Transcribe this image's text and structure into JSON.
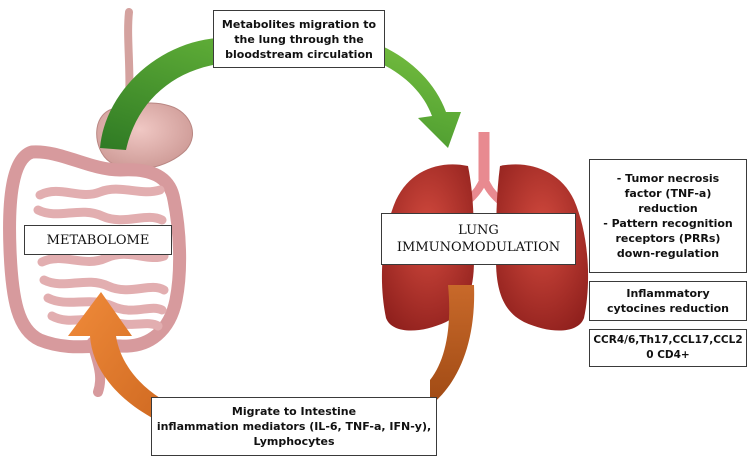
{
  "top_box": {
    "lines": [
      "Metabolites migration to",
      "the lung through the",
      "bloodstream circulation"
    ]
  },
  "metabolome_box": {
    "label": "METABOLOME"
  },
  "lung_box": {
    "lines": [
      "LUNG",
      "IMMUNOMODULATION"
    ]
  },
  "tumor_box": {
    "lines": [
      "- Tumor necrosis",
      "factor (TNF-a)",
      "reduction",
      "- Pattern recognition",
      "receptors (PRRs)",
      "down-regulation"
    ]
  },
  "inflammatory_box": {
    "lines": [
      "Inflammatory",
      "cytocines reduction"
    ]
  },
  "ccr_box": {
    "lines": [
      "CCR4/6,Th17,CCL17,CCL2",
      "0 CD4+"
    ]
  },
  "bottom_box": {
    "lines": [
      "Migrate to Intestine",
      "inflammation mediators (IL-6, TNF-a, IFN-y),",
      "Lymphocytes"
    ]
  },
  "colors": {
    "green_arrow": "#5aa835",
    "orange_arrow": "#e07a2e",
    "brown_arrow": "#b2561d",
    "intestine": "#d9a0a3",
    "stomach": "#e0b2b0",
    "lung": "#b8332e",
    "trachea": "#e88a90"
  }
}
